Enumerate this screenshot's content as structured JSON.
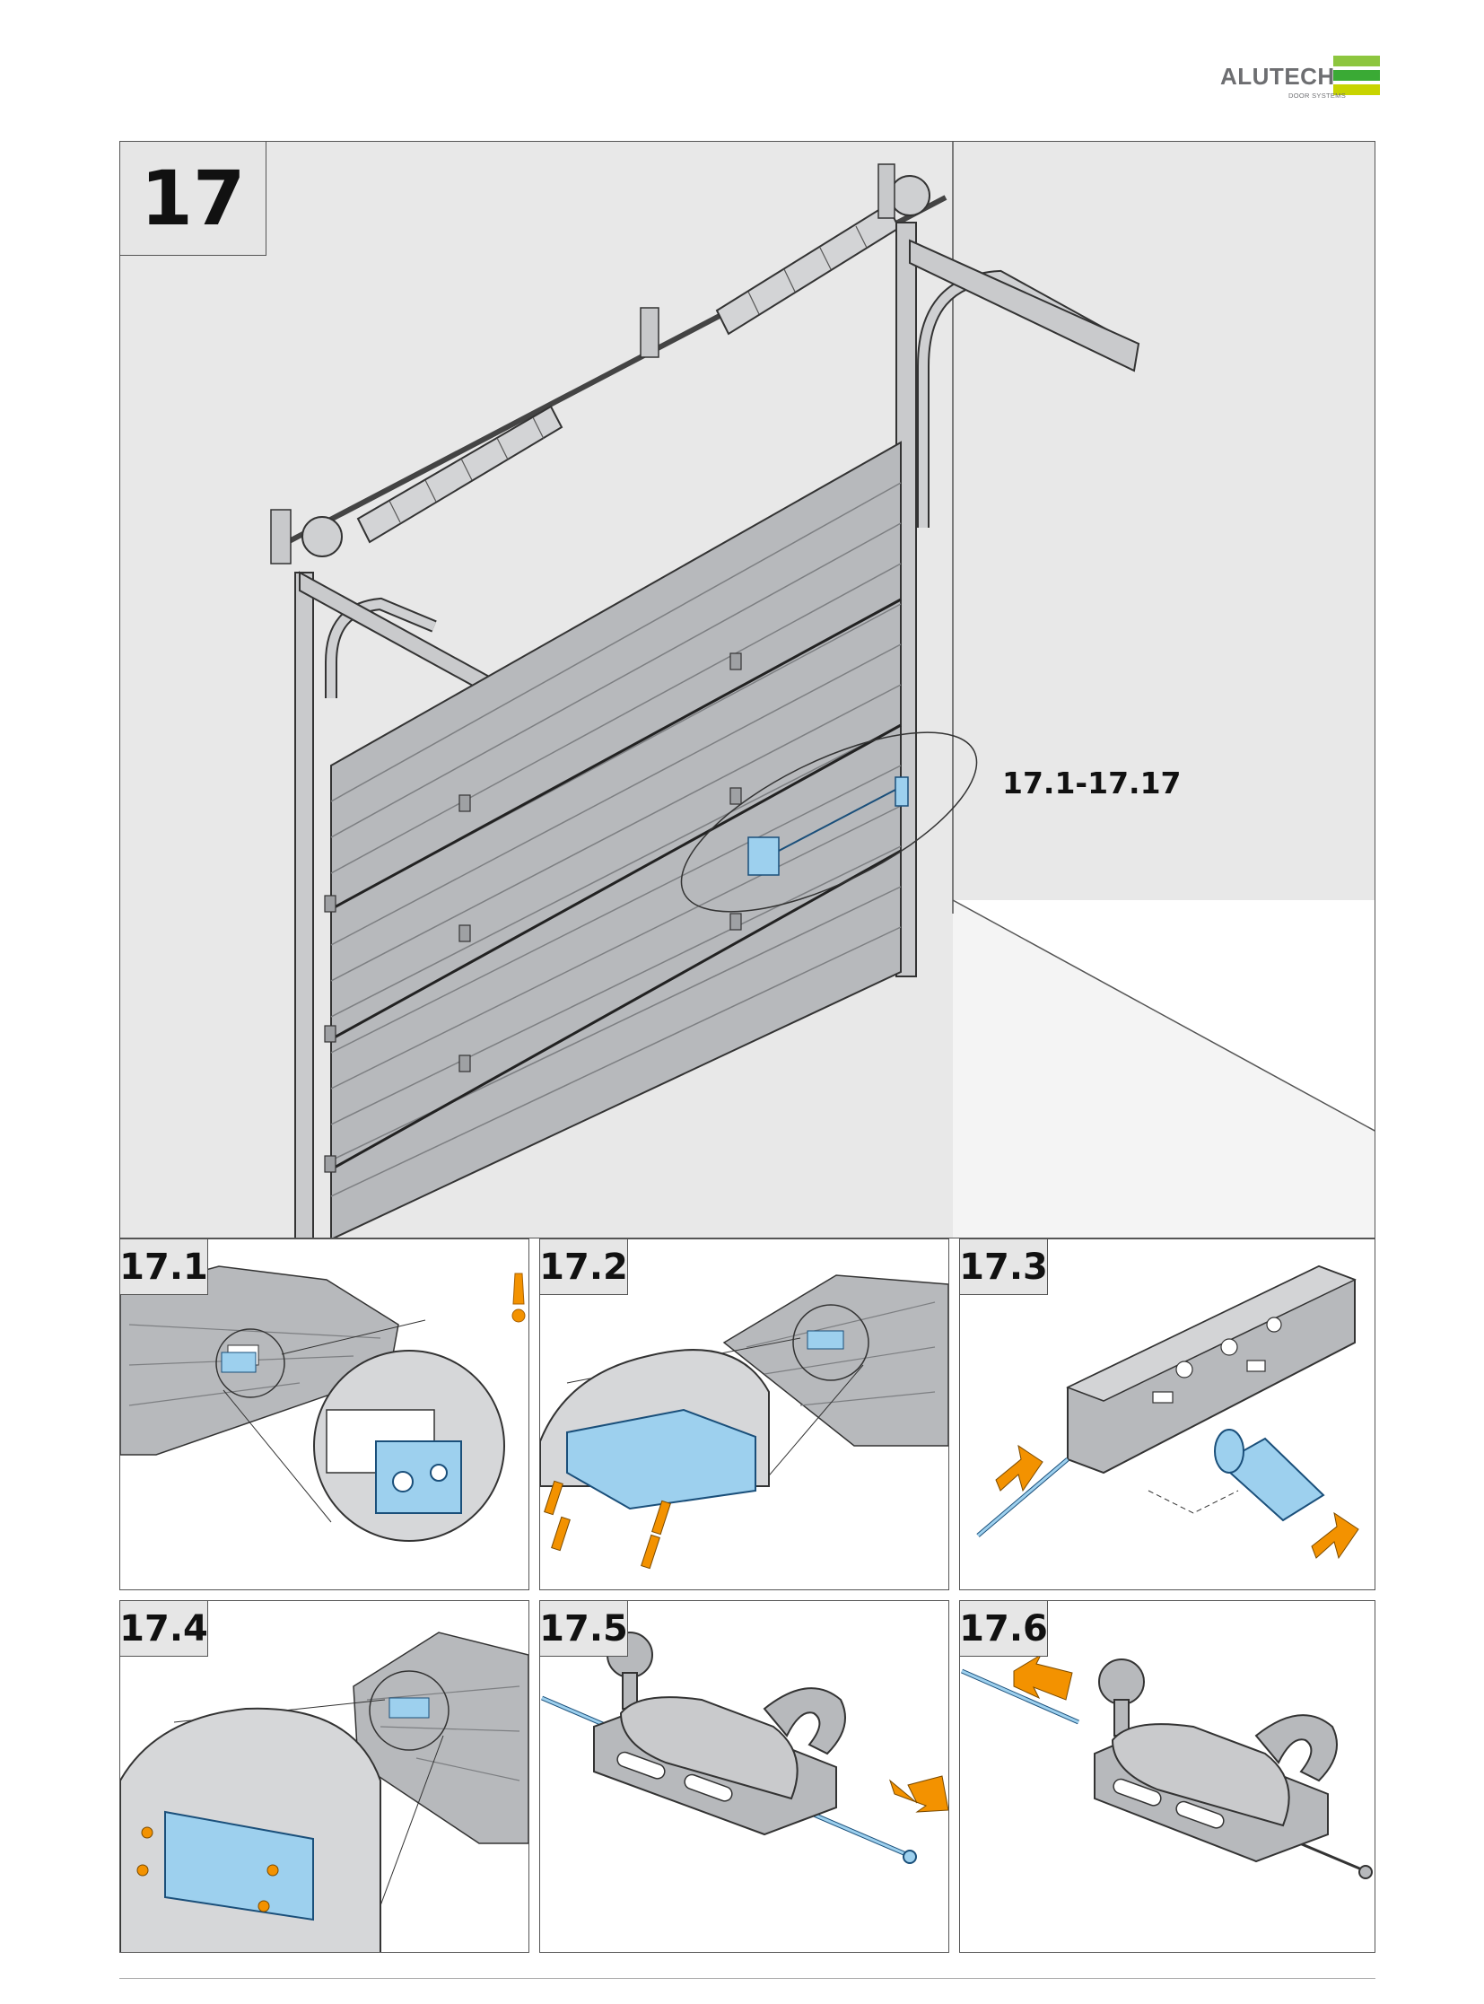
{
  "header": {
    "brand": "ALUTECH",
    "brand_sub": "DOOR SYSTEMS",
    "logo_colors": [
      "#8dc63f",
      "#3aaa35",
      "#c8d400"
    ]
  },
  "main_step": {
    "number": "17",
    "reference": "17.1-17.17"
  },
  "sub_steps": [
    {
      "label": "17.1",
      "icon": "warning-exclamation-icon"
    },
    {
      "label": "17.2"
    },
    {
      "label": "17.3"
    },
    {
      "label": "17.4"
    },
    {
      "label": "17.5"
    },
    {
      "label": "17.6"
    }
  ],
  "colors": {
    "highlight_blue": "#9dd0ee",
    "arrow_orange": "#f39200",
    "panel_gray": "#b7b9bc",
    "wall_gray": "#e8e8e8"
  }
}
